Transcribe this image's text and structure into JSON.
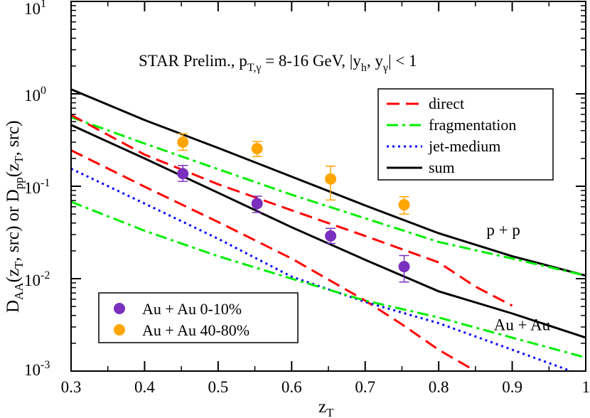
{
  "chart_data": {
    "type": "line",
    "title": "STAR Prelim., p_T,γ = 8-16 GeV, |y_h, y_γ| < 1",
    "title_parts": {
      "prefix": "STAR Prelim., p",
      "pt_sub": "T,γ",
      "middle": " = 8-16 GeV, |y",
      "h_sub": "h",
      "comma": ", y",
      "gamma_sub": "γ",
      "suffix": "| < 1"
    },
    "xlabel": "z_T",
    "xlabel_parts": {
      "main": "z",
      "sub": "T"
    },
    "ylabel": "D_AA(z_T, src) or D_pp(z_T, src)",
    "ylabel_parts": {
      "d1": "D",
      "aa": "AA",
      "p1": "(z",
      "t1": "T",
      "s1": ", src) or D",
      "pp": "pp",
      "p2": "(z",
      "t2": "T",
      "s2": ", src)"
    },
    "xlim": [
      0.3,
      1.0
    ],
    "ylim": [
      0.001,
      10
    ],
    "yscale": "log",
    "xticks": [
      0.3,
      0.4,
      0.5,
      0.6,
      0.7,
      0.8,
      0.9,
      1.0
    ],
    "xtick_labels": [
      "0.3",
      "0.4",
      "0.5",
      "0.6",
      "0.7",
      "0.8",
      "0.9",
      "1"
    ],
    "yticks": [
      {
        "base": "10",
        "exp": "1",
        "value": 10
      },
      {
        "base": "10",
        "exp": "0",
        "value": 1
      },
      {
        "base": "10",
        "exp": "-1",
        "value": 0.1
      },
      {
        "base": "10",
        "exp": "-2",
        "value": 0.01
      },
      {
        "base": "10",
        "exp": "-3",
        "value": 0.001
      }
    ],
    "grid": false,
    "curves": [
      {
        "name": "sum",
        "system": "p + p",
        "style": "solid",
        "color": "#000000",
        "points": [
          [
            0.3,
            1.12
          ],
          [
            0.4,
            0.52
          ],
          [
            0.5,
            0.26
          ],
          [
            0.6,
            0.127
          ],
          [
            0.7,
            0.062
          ],
          [
            0.8,
            0.031
          ],
          [
            0.9,
            0.0175
          ],
          [
            1.0,
            0.0108
          ]
        ]
      },
      {
        "name": "fragmentation",
        "system": "p + p",
        "style": "dashdot",
        "color": "#00ee00",
        "points": [
          [
            0.3,
            0.56
          ],
          [
            0.4,
            0.29
          ],
          [
            0.5,
            0.153
          ],
          [
            0.6,
            0.081
          ],
          [
            0.7,
            0.045
          ],
          [
            0.8,
            0.025
          ],
          [
            0.9,
            0.0165
          ],
          [
            1.0,
            0.0108
          ]
        ]
      },
      {
        "name": "direct",
        "system": "p + p",
        "style": "dashed",
        "color": "#ff0000",
        "points": [
          [
            0.3,
            0.59
          ],
          [
            0.4,
            0.22
          ],
          [
            0.5,
            0.105
          ],
          [
            0.6,
            0.055
          ],
          [
            0.7,
            0.029
          ],
          [
            0.8,
            0.015
          ],
          [
            0.85,
            0.0082
          ],
          [
            0.9,
            0.0051
          ]
        ]
      },
      {
        "name": "sum",
        "system": "Au + Au",
        "style": "solid",
        "color": "#000000",
        "points": [
          [
            0.3,
            0.46
          ],
          [
            0.4,
            0.2
          ],
          [
            0.5,
            0.085
          ],
          [
            0.6,
            0.036
          ],
          [
            0.7,
            0.016
          ],
          [
            0.8,
            0.0073
          ],
          [
            0.9,
            0.0042
          ],
          [
            1.0,
            0.0023
          ]
        ]
      },
      {
        "name": "direct",
        "system": "Au + Au",
        "style": "dashed",
        "color": "#ff0000",
        "points": [
          [
            0.3,
            0.245
          ],
          [
            0.4,
            0.099
          ],
          [
            0.5,
            0.041
          ],
          [
            0.6,
            0.0165
          ],
          [
            0.7,
            0.0058
          ],
          [
            0.75,
            0.0032
          ],
          [
            0.8,
            0.0017
          ],
          [
            0.85,
            0.001
          ]
        ]
      },
      {
        "name": "jet-medium",
        "system": "Au + Au",
        "style": "dotted",
        "color": "#0000ff",
        "points": [
          [
            0.3,
            0.155
          ],
          [
            0.4,
            0.065
          ],
          [
            0.5,
            0.027
          ],
          [
            0.6,
            0.0105
          ],
          [
            0.7,
            0.0056
          ],
          [
            0.8,
            0.0033
          ],
          [
            0.9,
            0.0017
          ],
          [
            0.98,
            0.001
          ]
        ]
      },
      {
        "name": "fragmentation",
        "system": "Au + Au",
        "style": "dashdot",
        "color": "#00ee00",
        "points": [
          [
            0.3,
            0.068
          ],
          [
            0.4,
            0.033
          ],
          [
            0.5,
            0.0175
          ],
          [
            0.6,
            0.01
          ],
          [
            0.7,
            0.0058
          ],
          [
            0.8,
            0.0038
          ],
          [
            0.9,
            0.0023
          ],
          [
            1.0,
            0.0014
          ]
        ]
      }
    ],
    "data_series": [
      {
        "name": "Au + Au 0-10%",
        "color": "#7b2fbe",
        "points": [
          {
            "x": 0.452,
            "y": 0.137,
            "ylo": 0.113,
            "yhi": 0.168
          },
          {
            "x": 0.553,
            "y": 0.065,
            "ylo": 0.052,
            "yhi": 0.078
          },
          {
            "x": 0.653,
            "y": 0.029,
            "ylo": 0.024,
            "yhi": 0.035
          },
          {
            "x": 0.753,
            "y": 0.0135,
            "ylo": 0.0092,
            "yhi": 0.0178
          }
        ]
      },
      {
        "name": "Au + Au 40-80%",
        "color": "#ffa500",
        "points": [
          {
            "x": 0.452,
            "y": 0.3,
            "ylo": 0.245,
            "yhi": 0.37
          },
          {
            "x": 0.553,
            "y": 0.255,
            "ylo": 0.21,
            "yhi": 0.305
          },
          {
            "x": 0.653,
            "y": 0.12,
            "ylo": 0.071,
            "yhi": 0.165
          },
          {
            "x": 0.753,
            "y": 0.063,
            "ylo": 0.05,
            "yhi": 0.077
          }
        ]
      }
    ],
    "legend_lines": [
      {
        "label": "direct",
        "style": "dashed",
        "color": "#ff0000"
      },
      {
        "label": "fragmentation",
        "style": "dashdot",
        "color": "#00ee00"
      },
      {
        "label": "jet-medium",
        "style": "dotted",
        "color": "#0000ff"
      },
      {
        "label": "sum",
        "style": "solid",
        "color": "#000000"
      }
    ],
    "legend_lines_position": "upper-right",
    "legend_points_position": "lower-left",
    "annotations": [
      {
        "text": "p + p",
        "x": 0.865,
        "y": 0.034
      },
      {
        "text": "Au + Au",
        "x": 0.875,
        "y": 0.0032
      }
    ]
  }
}
